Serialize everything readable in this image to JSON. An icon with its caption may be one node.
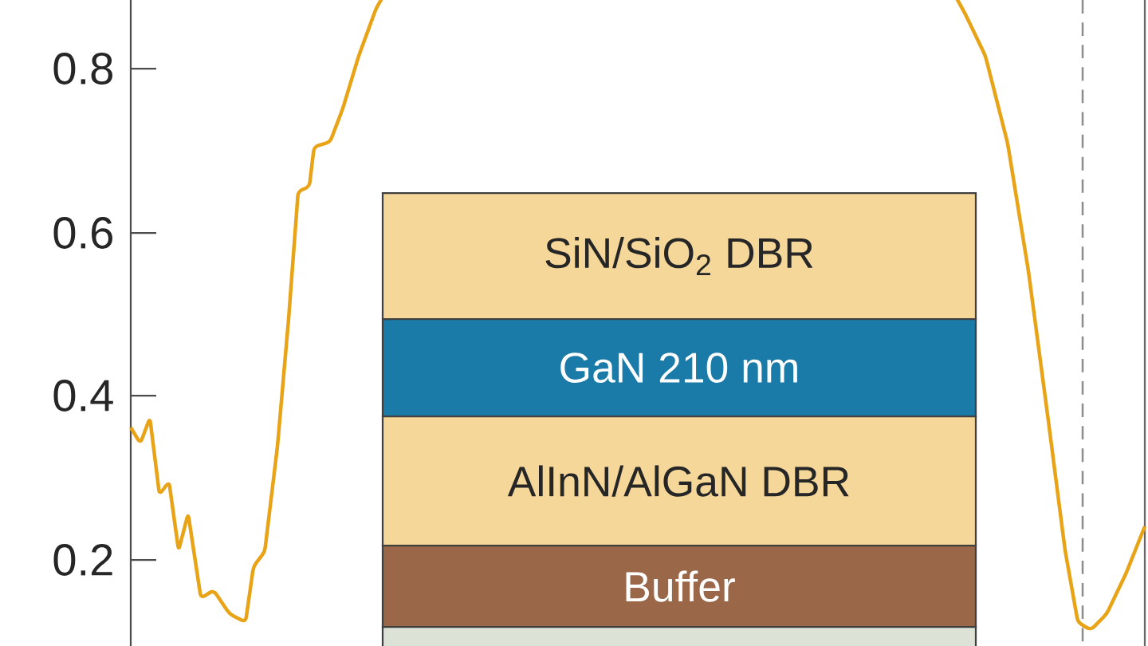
{
  "diagram": {
    "nodes": [
      {
        "text": [
          "SiN/SiO$_{2}$ DBR"
        ]
      },
      {
        "text": [
          "GaN 210 nm"
        ]
      },
      {
        "text": [
          "AlInN/AlGaN DBR"
        ]
      },
      {
        "text": [
          "Buffer"
        ]
      },
      {
        "text": [],
        "shape": "box"
      }
    ],
    "labels": [
      "0.8",
      "0.6",
      "0.4",
      "0.2"
    ]
  }
}
